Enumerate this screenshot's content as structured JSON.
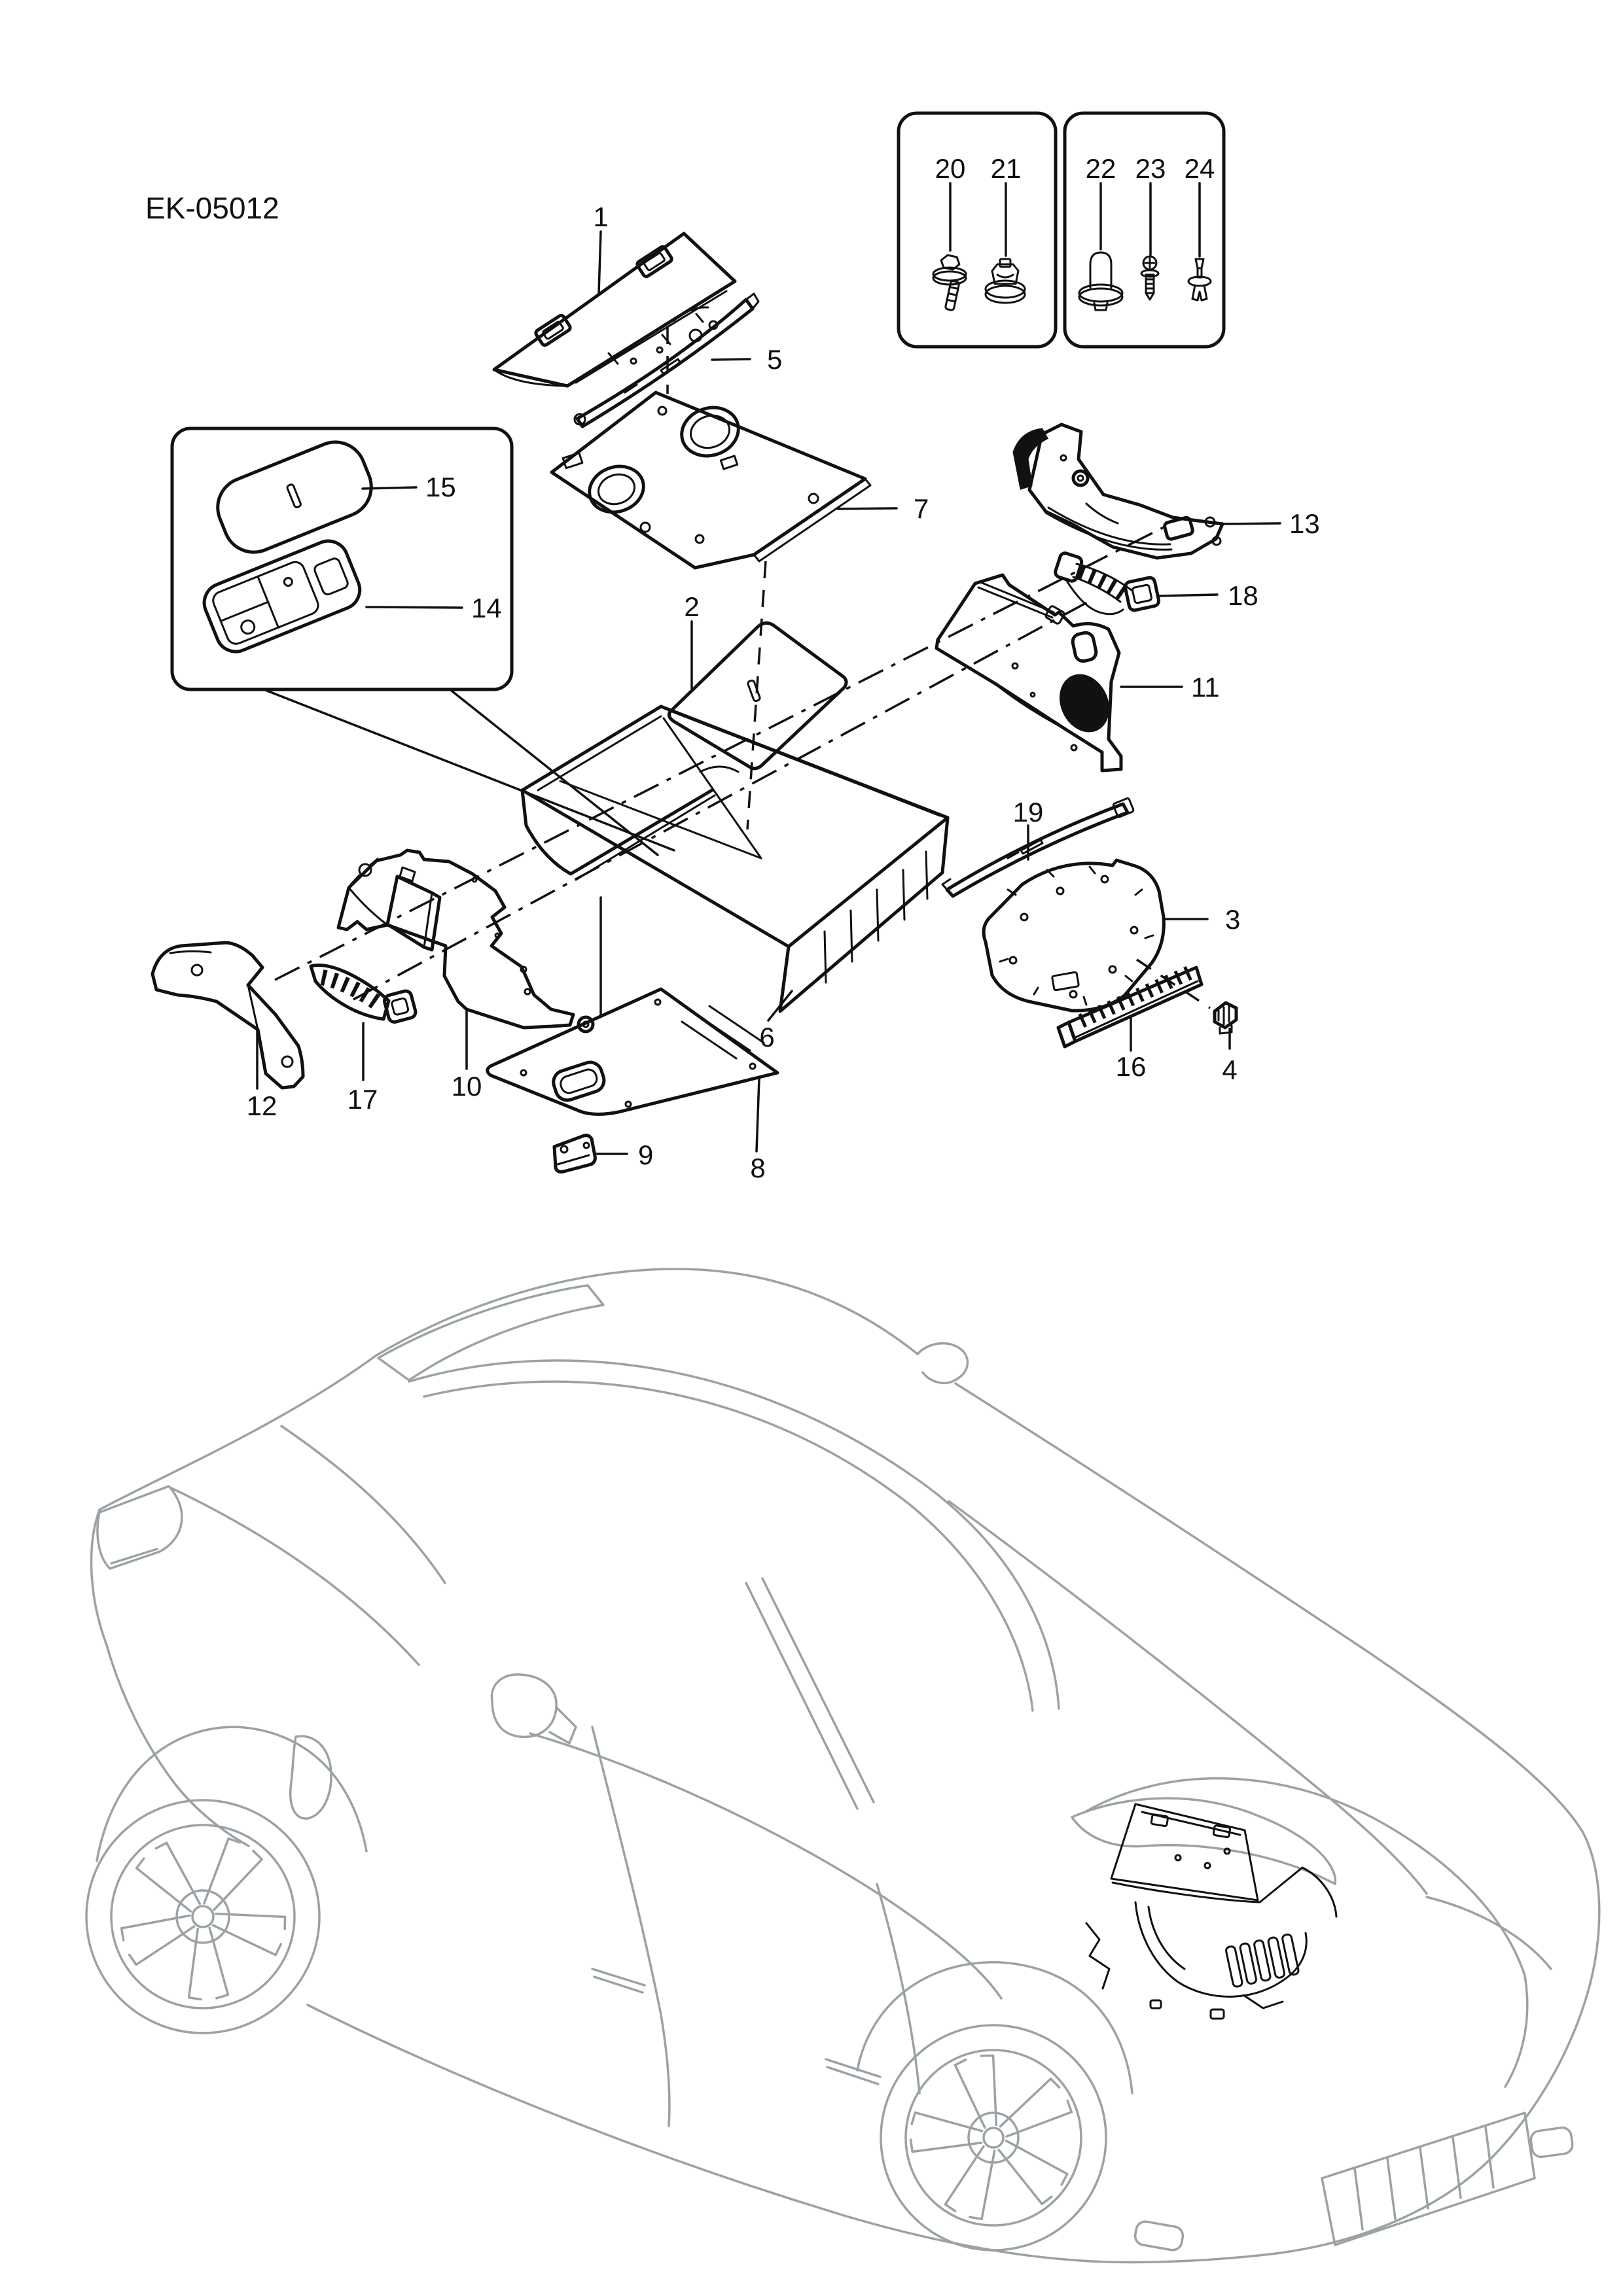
{
  "title": "EK-05012",
  "diagram_type": "exploded-parts-diagram-trunk-trim",
  "colors": {
    "part_line": "#111111",
    "car_line": "#9ba2a6",
    "leader_line": "#111111",
    "background": "#ffffff"
  },
  "callouts": [
    {
      "text": "1"
    },
    {
      "text": "2"
    },
    {
      "text": "3"
    },
    {
      "text": "4"
    },
    {
      "text": "5"
    },
    {
      "text": "6"
    },
    {
      "text": "7"
    },
    {
      "text": "8"
    },
    {
      "text": "9"
    },
    {
      "text": "10"
    },
    {
      "text": "11"
    },
    {
      "text": "12"
    },
    {
      "text": "13"
    },
    {
      "text": "14"
    },
    {
      "text": "15"
    },
    {
      "text": "16"
    },
    {
      "text": "17"
    },
    {
      "text": "18"
    },
    {
      "text": "19"
    },
    {
      "text": "20"
    },
    {
      "text": "21"
    },
    {
      "text": "22"
    },
    {
      "text": "23"
    },
    {
      "text": "24"
    }
  ],
  "fastener_boxes": [
    {
      "items": [
        {
          "label": "20",
          "icon": "flange-bolt-icon"
        },
        {
          "label": "21",
          "icon": "flange-nut-icon"
        }
      ]
    },
    {
      "items": [
        {
          "label": "22",
          "icon": "grommet-plug-icon"
        },
        {
          "label": "23",
          "icon": "screw-rivet-icon"
        },
        {
          "label": "24",
          "icon": "push-clip-icon"
        }
      ]
    }
  ]
}
